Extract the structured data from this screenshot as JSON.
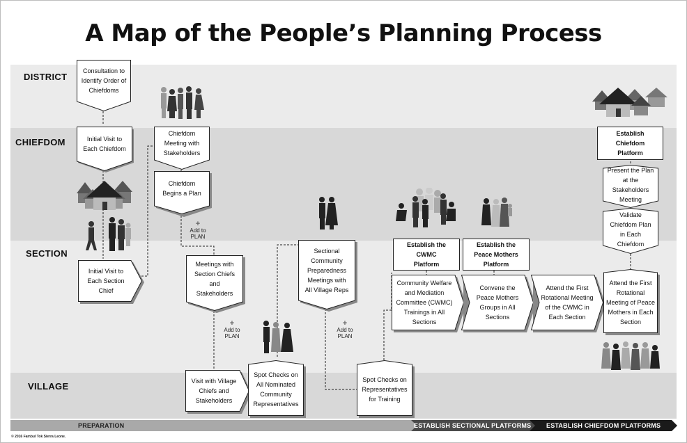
{
  "title": "A Map of the People’s Planning Process",
  "rows": {
    "district": "DISTRICT",
    "chiefdom": "CHIEFDOM",
    "section": "SECTION",
    "village": "VILLAGE"
  },
  "steps": {
    "consultation": "Consultation to Identify Order of Chiefdoms",
    "initial_visit_chiefdom": "Initial Visit to Each Chiefdom",
    "initial_visit_section": "Initial Visit to Each Section Chief",
    "chiefdom_meeting": "Chiefdom Meeting with Stakeholders",
    "chiefdom_begins_plan": "Chiefdom Begins a Plan",
    "meetings_section_chiefs": "Meetings with Section Chiefs and Stakeholders",
    "visit_village_chiefs": "Visit with Village Chiefs and Stakeholders",
    "spot_checks_nominated": "Spot Checks on All Nominated Community Representatives",
    "sectional_community": "Sectional Community Preparedness Meetings with All Village Reps",
    "spot_checks_training": "Spot Checks on Representatives for Training",
    "establish_cwmc": "Establish the CWMC Platform",
    "cwmc_trainings": "Community Welfare and Mediation Committee (CWMC) Trainings in All Sections",
    "establish_peace_mothers": "Establish the Peace Mothers Platform",
    "convene_peace_mothers": "Convene the Peace Mothers Groups in All Sections",
    "attend_cwmc": "Attend the First Rotational Meeting of the CWMC in Each Section",
    "attend_peace_mothers": "Attend the First Rotational Meeting of Peace Mothers in Each Section",
    "establish_chiefdom_platform": "Establish Chiefdom Platform",
    "present_plan": "Present the Plan at the Stakeholders Meeting",
    "validate_plan": "Validate Chiefdom Plan in Each Chiefdom"
  },
  "add_plan": {
    "plus": "+",
    "line1": "Add to",
    "line2": "PLAN"
  },
  "phases": {
    "preparation": "PREPARATION",
    "sectional": "ESTABLISH SECTIONAL PLATFORMS",
    "chiefdom": "ESTABLISH CHIEFDOM PLATFORMS"
  },
  "copyright": "© 2016 Fambul Tok Sierra Leone.",
  "colors": {
    "band_dark": "#d8d8d8",
    "band_light": "#ebebeb",
    "phase_preparation": "#a9a9a9",
    "phase_sectional": "#4a4a4a",
    "phase_chiefdom": "#1a1a1a"
  },
  "icons": [
    "people-group-icon",
    "village-huts-icon",
    "person-icon"
  ]
}
